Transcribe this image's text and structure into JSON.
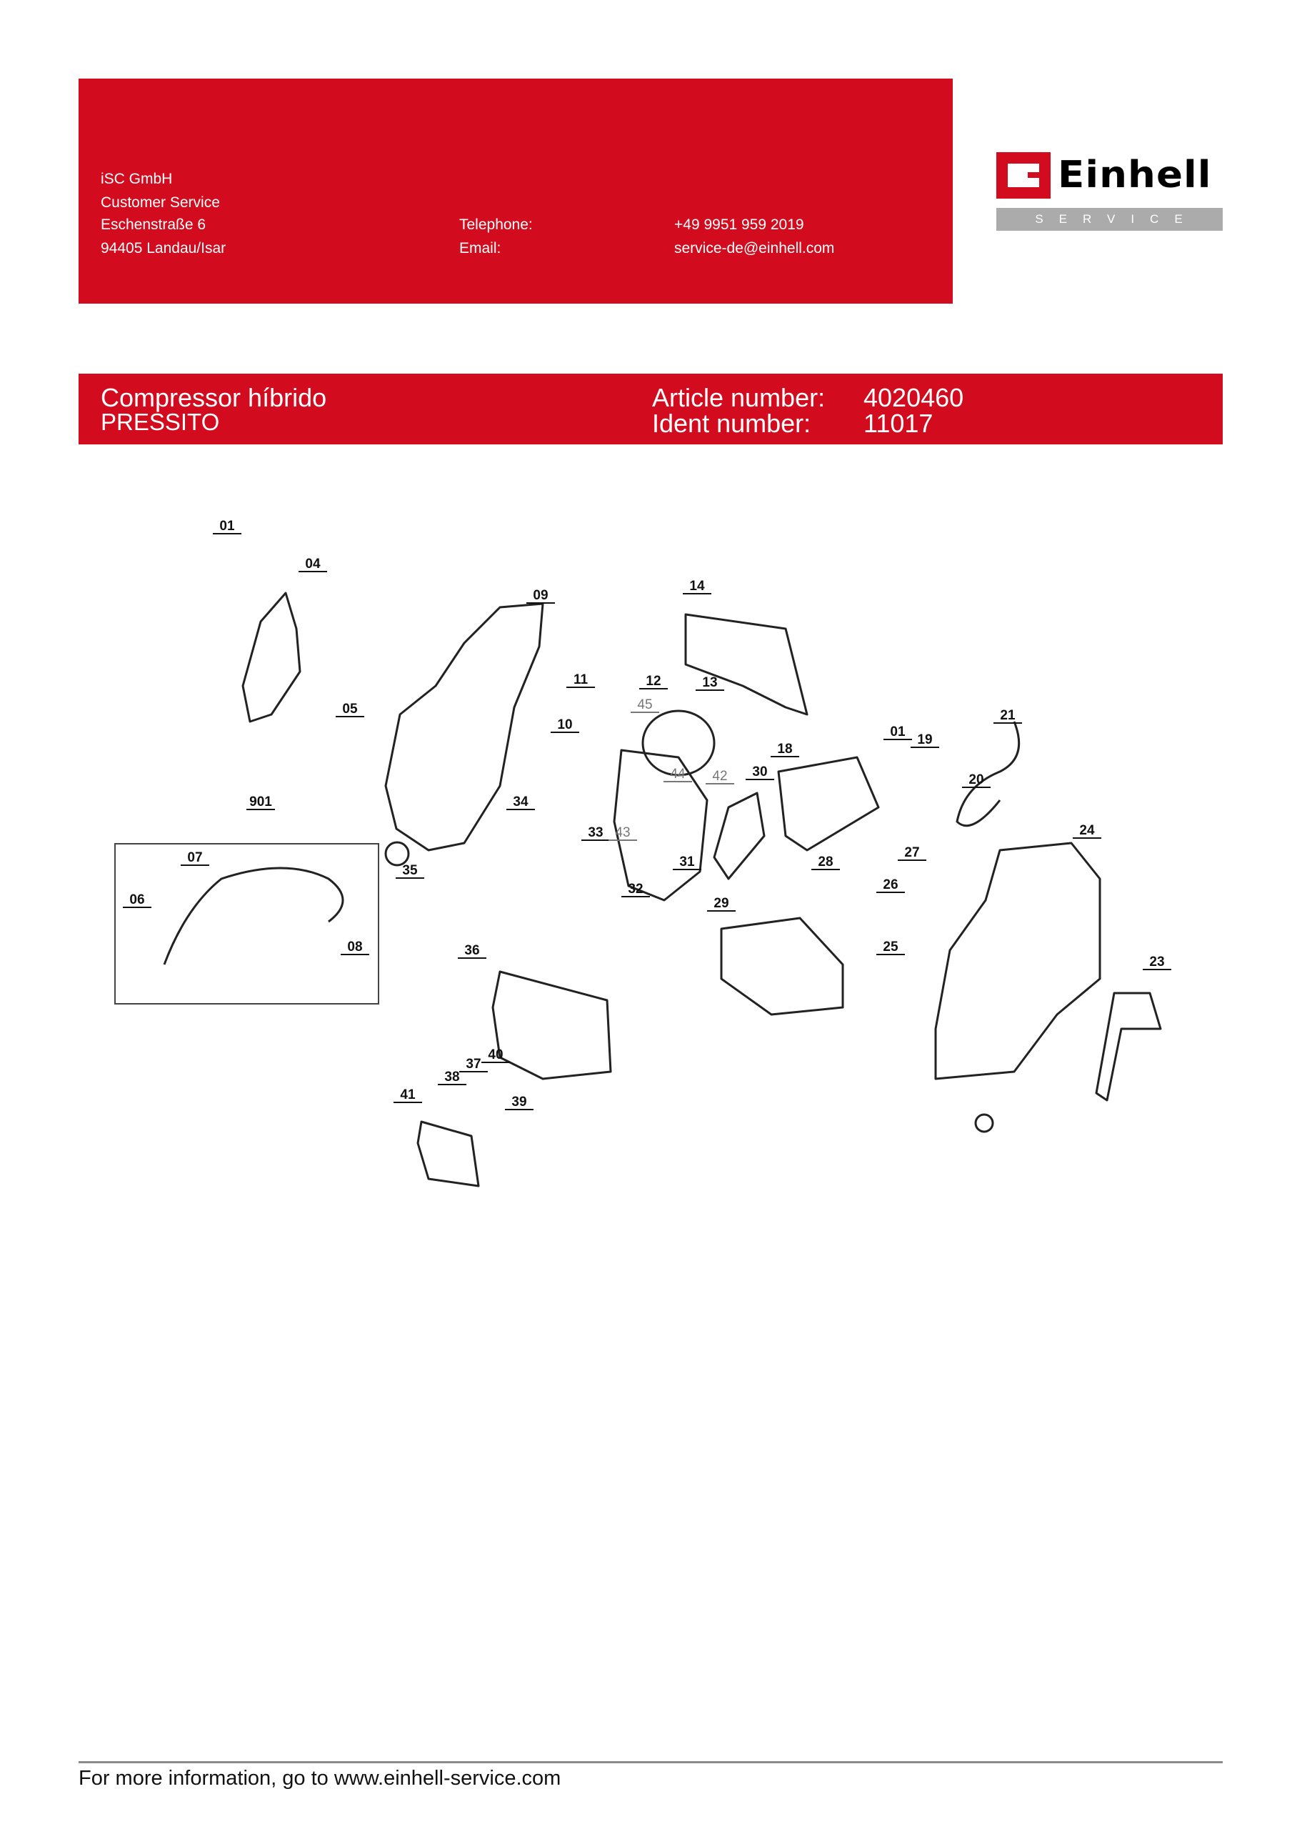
{
  "contact": {
    "company": "iSC GmbH",
    "department": "Customer Service",
    "street": "Eschenstraße 6",
    "city": "94405 Landau/Isar",
    "telephone_label": "Telephone:",
    "telephone": "+49 9951 959 2019",
    "email_label": "Email:",
    "email": "service-de@einhell.com"
  },
  "logo": {
    "brand": "Einhell",
    "tagline": "SERVICE"
  },
  "product": {
    "name": "Compressor híbrido",
    "model": "PRESSITO",
    "article_label": "Article number:",
    "article_number": "4020460",
    "ident_label": "Ident number:",
    "ident_number": "11017"
  },
  "diagram": {
    "part_labels": [
      "01",
      "04",
      "09",
      "14",
      "11",
      "12",
      "13",
      "45",
      "10",
      "05",
      "21",
      "01",
      "19",
      "18",
      "20",
      "30",
      "42",
      "44",
      "901",
      "34",
      "33",
      "43",
      "31",
      "24",
      "27",
      "28",
      "35",
      "07",
      "06",
      "08",
      "32",
      "26",
      "29",
      "25",
      "23",
      "36",
      "37",
      "40",
      "38",
      "39",
      "41"
    ]
  },
  "footer": {
    "text": "For more information, go to www.einhell-service.com"
  }
}
